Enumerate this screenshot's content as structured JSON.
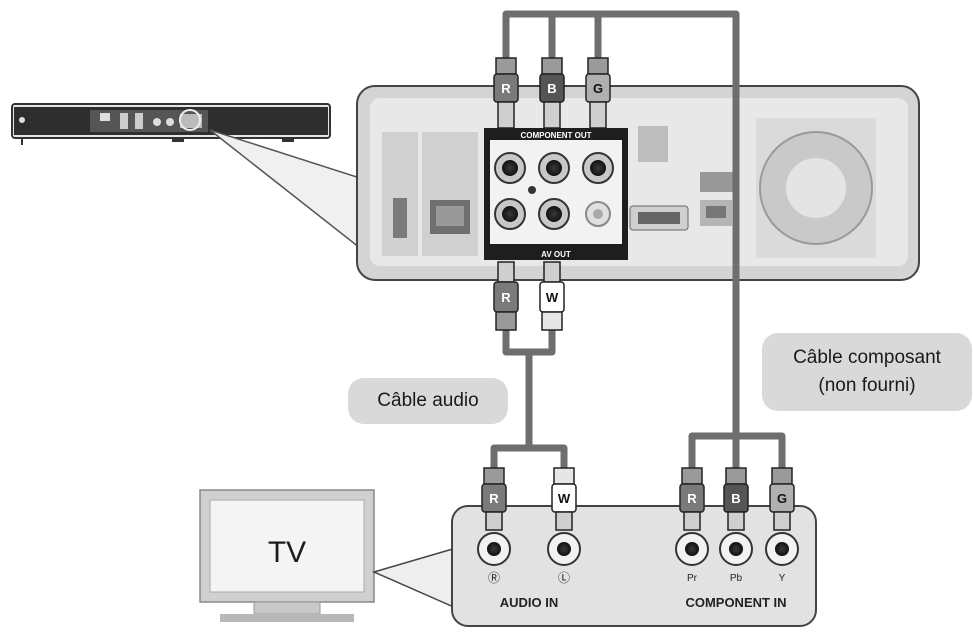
{
  "callouts": {
    "audio_cable": "Câble audio",
    "component_cable_line1": "Câble composant",
    "component_cable_line2": "(non fourni)"
  },
  "tv": {
    "label": "TV"
  },
  "player_panel": {
    "component_out_label": "COMPONENT OUT",
    "av_out_label": "AV OUT"
  },
  "plugs": {
    "top_component": [
      "R",
      "B",
      "G"
    ],
    "top_audio": [
      "R",
      "W"
    ],
    "tv_audio": [
      "R",
      "W"
    ],
    "tv_component": [
      "R",
      "B",
      "G"
    ]
  },
  "tv_panel": {
    "audio_in_label": "AUDIO IN",
    "component_in_label": "COMPONENT IN",
    "audio_jack_labels": [
      "Ⓡ",
      "Ⓛ"
    ],
    "component_jack_labels": [
      "Pr",
      "Pb",
      "Y"
    ]
  }
}
